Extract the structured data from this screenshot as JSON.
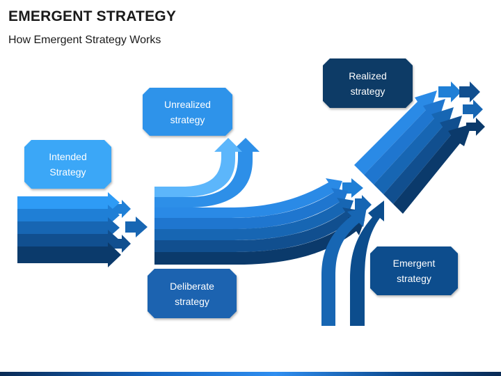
{
  "header": {
    "title": "EMERGENT STRATEGY",
    "subtitle": "How Emergent Strategy Works"
  },
  "boxes": {
    "intended": "Intended\nStrategy",
    "unrealized": "Unrealized\nstrategy",
    "deliberate": "Deliberate\nstrategy",
    "realized": "Realized\nstrategy",
    "emergent": "Emergent\nstrategy"
  },
  "colors": {
    "shade1": "#2e9bf5",
    "shade2": "#1f7fd6",
    "shade3": "#1766b3",
    "shade4": "#114f8f",
    "shade5": "#0b3a6b",
    "box_intended": "#3aa7f7",
    "box_unrealized": "#2d93ea",
    "box_deliberate": "#1a63b0",
    "box_realized": "#0b3a66",
    "box_emergent": "#0c4d8d"
  }
}
